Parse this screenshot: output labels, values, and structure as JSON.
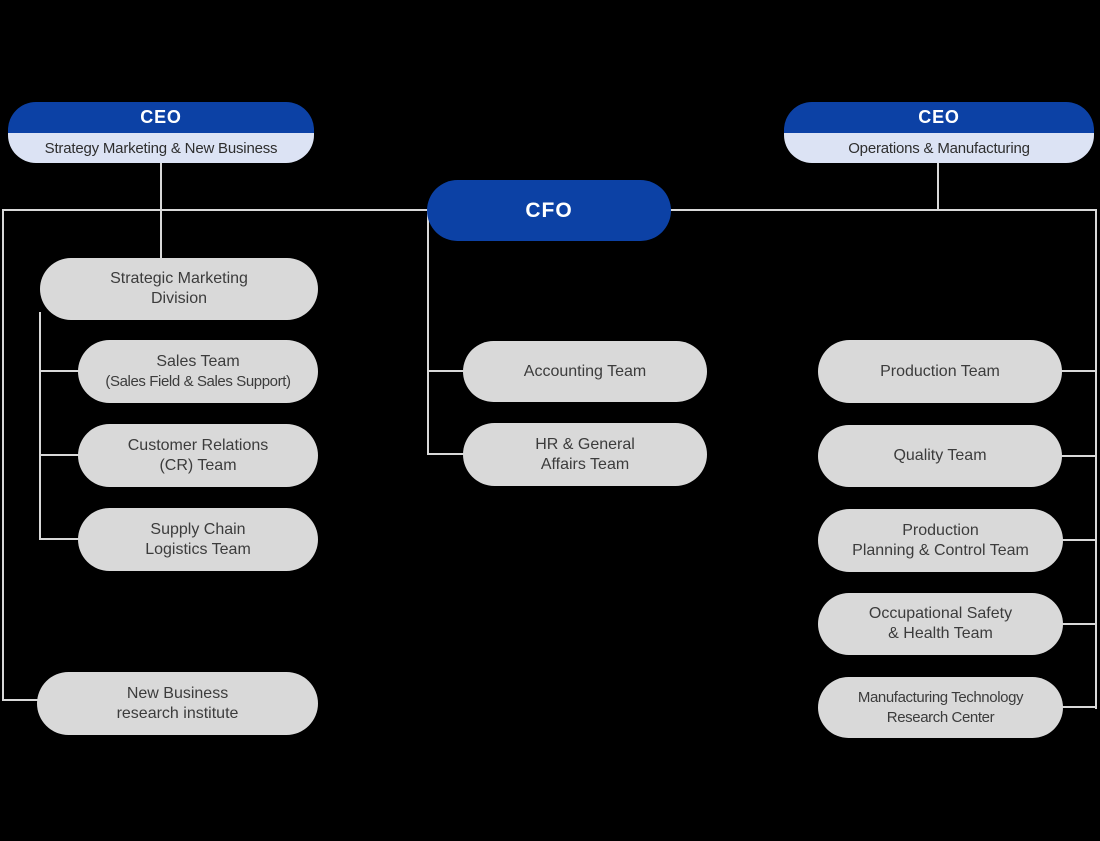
{
  "colors": {
    "brand_blue": "#0C41A5",
    "light_blue": "#DCE3F4",
    "box_gray": "#D9D9D9",
    "line_gray": "#D9D9D9",
    "text_dark": "#3C3C3C",
    "text_white": "#FFFFFF",
    "background": "#000000"
  },
  "nodes": {
    "ceo_strategy": {
      "title": "CEO",
      "subtitle": "Strategy Marketing & New Business"
    },
    "ceo_operations": {
      "title": "CEO",
      "subtitle": "Operations & Manufacturing"
    },
    "cfo": {
      "title": "CFO"
    },
    "strategic_marketing_division": {
      "line1": "Strategic Marketing",
      "line2": "Division"
    },
    "sales_team": {
      "line1": "Sales Team",
      "line2": "(Sales Field & Sales Support)"
    },
    "customer_relations_team": {
      "line1": "Customer Relations",
      "line2": "(CR) Team"
    },
    "supply_chain_logistics_team": {
      "line1": "Supply Chain",
      "line2": "Logistics Team"
    },
    "new_business_research_institute": {
      "line1": "New Business",
      "line2": "research institute"
    },
    "accounting_team": {
      "line1": "Accounting Team"
    },
    "hr_general_affairs_team": {
      "line1": "HR & General",
      "line2": "Affairs Team"
    },
    "production_team": {
      "line1": "Production Team"
    },
    "quality_team": {
      "line1": "Quality Team"
    },
    "production_planning_control_team": {
      "line1": "Production",
      "line2": "Planning & Control Team"
    },
    "occupational_safety_health_team": {
      "line1": "Occupational Safety",
      "line2": "& Health Team"
    },
    "manufacturing_technology_research_center": {
      "line1": "Manufacturing Technology",
      "line2": "Research Center"
    }
  }
}
